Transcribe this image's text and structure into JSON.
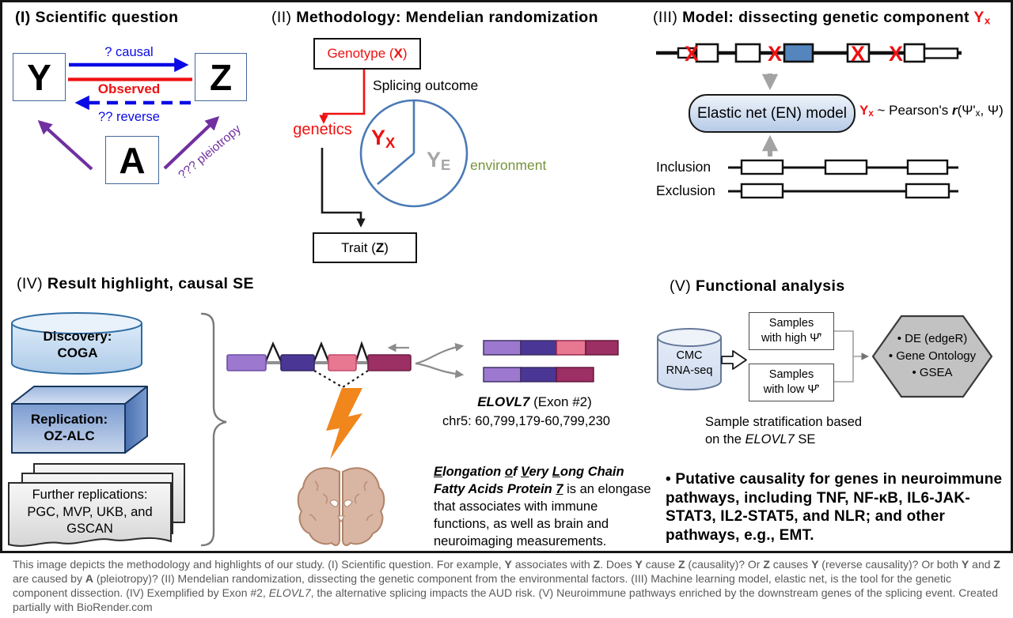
{
  "panels": {
    "p1": {
      "title_prefix": "(I) ",
      "title": "Scientific question",
      "node_y": "Y",
      "node_z": "Z",
      "node_a": "A",
      "causal": "? causal",
      "observed": "Observed",
      "reverse": "?? reverse",
      "pleiotropy": "??? pleiotropy"
    },
    "p2": {
      "title_prefix": "(II) ",
      "title": "Methodology: Mendelian randomization",
      "genotype": [
        {
          "t": "Genotype ("
        },
        {
          "t": "X",
          "c": "b"
        },
        {
          "t": ")"
        }
      ],
      "splicing_outcome": "Splicing outcome",
      "genetics": "genetics",
      "yx": [
        {
          "t": "Y"
        },
        {
          "t": "X",
          "c": "sub"
        }
      ],
      "ye": [
        {
          "t": "Y"
        },
        {
          "t": "E",
          "c": "sub"
        }
      ],
      "environment": "environment",
      "trait": [
        {
          "t": "Trait ("
        },
        {
          "t": "Z",
          "c": "b"
        },
        {
          "t": ")"
        }
      ]
    },
    "p3": {
      "title": [
        {
          "t": "(III) "
        },
        {
          "t": "Model: dissecting genetic component ",
          "c": "b"
        },
        {
          "t": "Y",
          "c": "b red"
        },
        {
          "t": "x",
          "c": "b red sub"
        }
      ],
      "x_mark": "X",
      "model_label": "Elastic net (EN) model",
      "formula": [
        {
          "t": "Y",
          "c": "b red"
        },
        {
          "t": "x",
          "c": "b red sub"
        },
        {
          "t": " ~ Pearson's "
        },
        {
          "t": "r",
          "c": "bi"
        },
        {
          "t": "(Ψ'"
        },
        {
          "t": "x",
          "c": "sub"
        },
        {
          "t": ", Ψ)"
        }
      ],
      "inclusion": "Inclusion",
      "exclusion": "Exclusion"
    },
    "p4": {
      "title_prefix": "(IV) ",
      "title": "Result highlight, causal SE",
      "discovery": [
        "Discovery:",
        "COGA"
      ],
      "replication": [
        "Replication:",
        "OZ-ALC"
      ],
      "further_replications": [
        "Further replications:",
        "PGC, MVP, UKB, and",
        "GSCAN"
      ],
      "gene_label": [
        {
          "t": "ELOVL7",
          "c": "bi"
        },
        {
          "t": " (Exon #2)"
        }
      ],
      "coordinates": "chr5: 60,799,179-60,799,230",
      "description": [
        {
          "t": "E",
          "c": "bi u"
        },
        {
          "t": "longation ",
          "c": "bi"
        },
        {
          "t": "o",
          "c": "bi u"
        },
        {
          "t": "f ",
          "c": "bi"
        },
        {
          "t": "V",
          "c": "bi u"
        },
        {
          "t": "ery ",
          "c": "bi"
        },
        {
          "t": "L",
          "c": "bi u"
        },
        {
          "t": "ong Chain Fatty Acids Protein ",
          "c": "bi"
        },
        {
          "t": "7",
          "c": "bi u"
        },
        {
          "t": " is an elongase that associates with immune functions, as well as brain and neuroimaging measurements."
        }
      ]
    },
    "p5": {
      "title_prefix": "(V) ",
      "title": "Functional analysis",
      "cylinder": [
        "CMC",
        "RNA-seq"
      ],
      "high_box": [
        "Samples",
        "with high Ψ̂′"
      ],
      "low_box": [
        "Samples",
        "with low Ψ̂′"
      ],
      "hexagon": [
        "• DE (edgeR)",
        "• Gene Ontology",
        "• GSEA"
      ],
      "stratification": [
        {
          "t": "Sample stratification based on the "
        },
        {
          "t": "ELOVL7",
          "c": "i"
        },
        {
          "t": " SE"
        }
      ],
      "bullet": [
        {
          "t": "• Putative causality for genes in neuroimmune pathways, including TNF, NF-κB, IL6-JAK-STAT3, IL2-STAT5, and NLR; and other pathways, e.g., EMT."
        }
      ]
    }
  },
  "caption": [
    {
      "t": "This image depicts the methodology and highlights of our study. (I) Scientific question. For example, "
    },
    {
      "t": "Y",
      "c": "b"
    },
    {
      "t": " associates with "
    },
    {
      "t": "Z",
      "c": "b"
    },
    {
      "t": ". Does "
    },
    {
      "t": "Y",
      "c": "b"
    },
    {
      "t": " cause "
    },
    {
      "t": "Z",
      "c": "b"
    },
    {
      "t": " (causality)? Or "
    },
    {
      "t": "Z",
      "c": "b"
    },
    {
      "t": " causes "
    },
    {
      "t": "Y",
      "c": "b"
    },
    {
      "t": " (reverse causality)? Or both "
    },
    {
      "t": "Y",
      "c": "b"
    },
    {
      "t": " and "
    },
    {
      "t": "Z",
      "c": "b"
    },
    {
      "t": " are caused by "
    },
    {
      "t": "A",
      "c": "b"
    },
    {
      "t": " (pleiotropy)? (II) Mendelian randomization, dissecting the genetic component from the environmental factors. (III) Machine learning model, elastic net, is the tool for the genetic component dissection. (IV) Exemplified by Exon #2, "
    },
    {
      "t": "ELOVL7",
      "c": "i"
    },
    {
      "t": ", the alternative splicing impacts the AUD risk. (V) Neuroimmune pathways enriched by the downstream genes of the splicing event. Created partially with BioRender.com"
    }
  ],
  "colors": {
    "causal_blue": "#0a0ae6",
    "observed_red": "#ee1111",
    "pleiotropy_purple": "#7030a0",
    "circle_blue": "#4a7ab5",
    "environment_green": "#77933c",
    "ye_gray": "#a6a6a6",
    "model_exon_blue": "#5585bd",
    "lightning_orange": "#f0861c",
    "exon_purple_light": "#9c79cf",
    "exon_purple_dark": "#4a3795",
    "exon_pink": "#e87792",
    "exon_magenta": "#9c2f63",
    "hexagon_gray": "#c2c2c2",
    "caption_gray": "#595959"
  }
}
